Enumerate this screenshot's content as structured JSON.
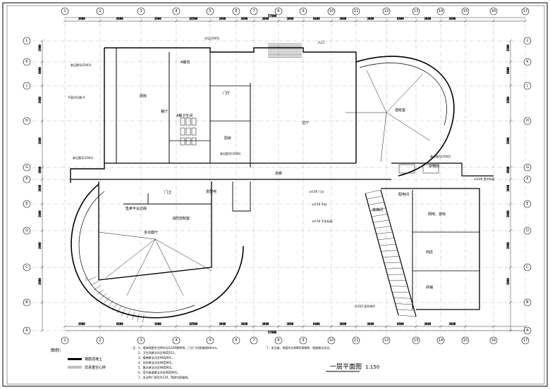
{
  "drawing": {
    "title": "一层平面图",
    "scale": "1:150",
    "legend_title": "图例：",
    "legend_items": [
      {
        "label": "钢筋混凝土"
      },
      {
        "label": "非承重空心砖"
      }
    ],
    "notes": [
      "注：1、墙体除图中注明外均为240厚砖墙，门大门均距轴线80mm。",
      "2、卫生间做法详见98ZJ511。",
      "3、楼梯做法详见98ZJ401。",
      "4、台阶做法详见98ZJ901。",
      "5、散水做法详见98ZJ901。",
      "6、室外坡道做法详见98ZJ901。",
      "7、未注明门垛均为120，墙体均居轴线。"
    ],
    "note_right": "7、未注者，地面均为8厚防滑地砖，墙面做法详见。"
  },
  "axes": {
    "top": [
      "1",
      "2",
      "3",
      "4",
      "5",
      "6",
      "7",
      "8",
      "9",
      "10",
      "11",
      "12",
      "13",
      "14",
      "15",
      "16",
      "17"
    ],
    "left": [
      "L",
      "K",
      "J",
      "H",
      "G",
      "F",
      "E",
      "D",
      "C",
      "B",
      "A"
    ],
    "right": [
      "L",
      "K",
      "J",
      "H",
      "G",
      "F",
      "E",
      "D",
      "C",
      "B",
      "A"
    ]
  },
  "dimensions": {
    "top_total": "57600",
    "bottom_total": "57600",
    "top_segments": [
      "3600",
      "6600",
      "3600",
      "10500",
      "3600",
      "3600",
      "3600",
      "3600",
      "8400",
      "3600",
      "3600",
      "6600",
      "3600",
      "3600"
    ],
    "bottom_segments": [
      "3600",
      "6600",
      "3600",
      "10500",
      "3600",
      "3600",
      "3600",
      "3600",
      "8400",
      "3600",
      "3600",
      "6600",
      "3600",
      "3600"
    ],
    "left_segments": [
      "3900",
      "6000",
      "3600",
      "3600",
      "4900",
      "3600",
      "3600",
      "3900",
      "3900"
    ],
    "right_segments": [
      "3900",
      "6000",
      "3600",
      "3600",
      "4900",
      "3600",
      "3600",
      "3900",
      "3900"
    ]
  },
  "rooms": [
    {
      "name": "厨房"
    },
    {
      "name": "A餐饮"
    },
    {
      "name": "A餐卫生间"
    },
    {
      "name": "餐厅"
    },
    {
      "name": "厨房"
    },
    {
      "name": "过厅"
    },
    {
      "name": "门厅"
    },
    {
      "name": "多功能厅"
    },
    {
      "name": "门卫"
    },
    {
      "name": "值班室"
    },
    {
      "name": "配电间"
    },
    {
      "name": "网吧、游戏"
    },
    {
      "name": "商店"
    },
    {
      "name": "商铺"
    },
    {
      "name": "变配电"
    },
    {
      "name": "消防控制室"
    },
    {
      "name": "售卖平台边缘"
    },
    {
      "name": "楼梯间"
    },
    {
      "name": "杂物间"
    },
    {
      "name": "走廊"
    },
    {
      "name": "入口"
    }
  ],
  "annotations": [
    "参见图号(2001)",
    "参见图号(2003)",
    "参见图号(2006)",
    "平面详见施-9",
    "参见图号(2002)",
    "详见(2005)",
    "±0.00 门口",
    "±0.00 室外标高",
    "±0.50 平台",
    "±0.50 平台标高",
    "-0.450 室外地坪",
    "上"
  ]
}
